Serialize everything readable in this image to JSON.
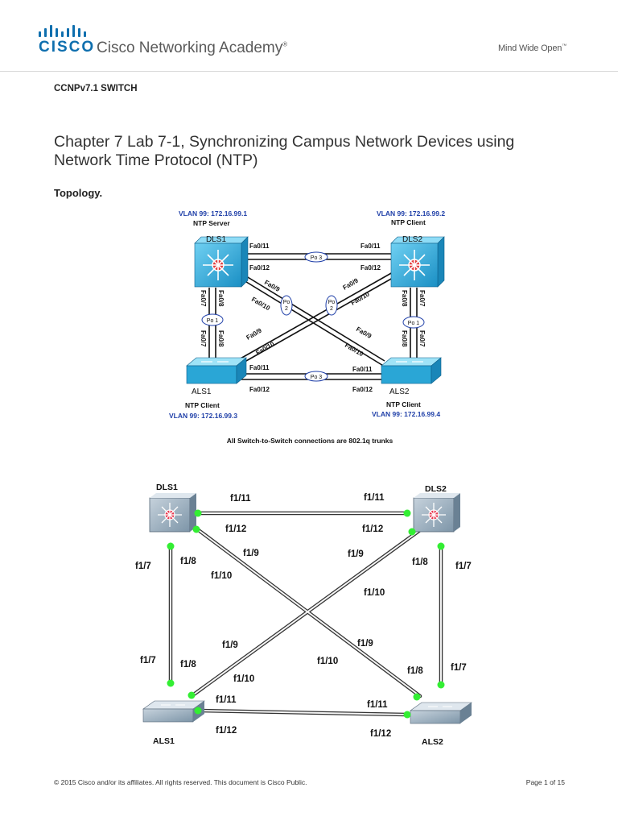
{
  "header": {
    "logo_text": "CISCO",
    "brand_name": "Cisco Networking Academy",
    "brand_mark": "®",
    "tagline": "Mind Wide Open",
    "tagline_mark": "™"
  },
  "course_code": "CCNPv7.1 SWITCH",
  "page_title": "Chapter 7 Lab 7-1, Synchronizing Campus Network Devices using Network Time Protocol (NTP)",
  "section_heading": "Topology.",
  "topology1": {
    "dls1": {
      "name": "DLS1",
      "vlan_label": "VLAN 99:",
      "ip": "172.16.99.1",
      "role": "NTP Server"
    },
    "dls2": {
      "name": "DLS2",
      "vlan_label": "VLAN 99:",
      "ip": "172.16.99.2",
      "role": "NTP Client"
    },
    "als1": {
      "name": "ALS1",
      "vlan_label": "VLAN 99:",
      "ip": "172.16.99.3",
      "role": "NTP Client"
    },
    "als2": {
      "name": "ALS2",
      "vlan_label": "VLAN 99:",
      "ip": "172.16.99.4",
      "role": "NTP Client"
    },
    "ports": {
      "fa011": "Fa0/11",
      "fa012": "Fa0/12",
      "fa09": "Fa0/9",
      "fa010": "Fa0/10",
      "fa07": "Fa0/7",
      "fa08": "Fa0/8"
    },
    "channels": {
      "po1": "Po 1",
      "po2": "Po 2",
      "po3": "Po 3",
      "po_short": "Po",
      "po_num2": "2"
    },
    "caption": "All Switch-to-Switch connections are 802.1q trunks"
  },
  "topology2": {
    "dls1": "DLS1",
    "dls2": "DLS2",
    "als1": "ALS1",
    "als2": "ALS2",
    "ports": {
      "f111": "f1/11",
      "f112": "f1/12",
      "f19": "f1/9",
      "f110": "f1/10",
      "f17": "f1/7",
      "f18": "f1/8"
    }
  },
  "footer": {
    "copyright": "© 2015 Cisco and/or its affiliates. All rights reserved. This document is Cisco Public.",
    "page": "Page 1 of 15"
  },
  "colors": {
    "cisco_blue": "#0f6fae",
    "vlan_blue": "#1f3fa8",
    "port_green": "#33ee33",
    "switch_blue": "#2aa6d6"
  }
}
